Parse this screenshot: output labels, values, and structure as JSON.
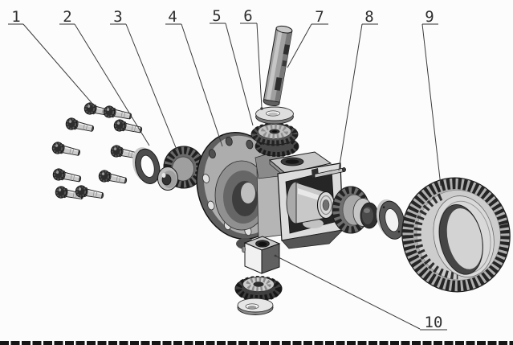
{
  "figure": {
    "type": "exploded-view technical drawing",
    "subject": "differential gear assembly",
    "colors": {
      "background": "#fcfcfc",
      "ink": "#2f2f2f",
      "part_dark": "#2d2d2d",
      "part_light": "#d8d8d8"
    },
    "callouts": [
      {
        "label": "1"
      },
      {
        "label": "2"
      },
      {
        "label": "3"
      },
      {
        "label": "4"
      },
      {
        "label": "5"
      },
      {
        "label": "6"
      },
      {
        "label": "7"
      },
      {
        "label": "8"
      },
      {
        "label": "9"
      },
      {
        "label": "10"
      }
    ]
  }
}
